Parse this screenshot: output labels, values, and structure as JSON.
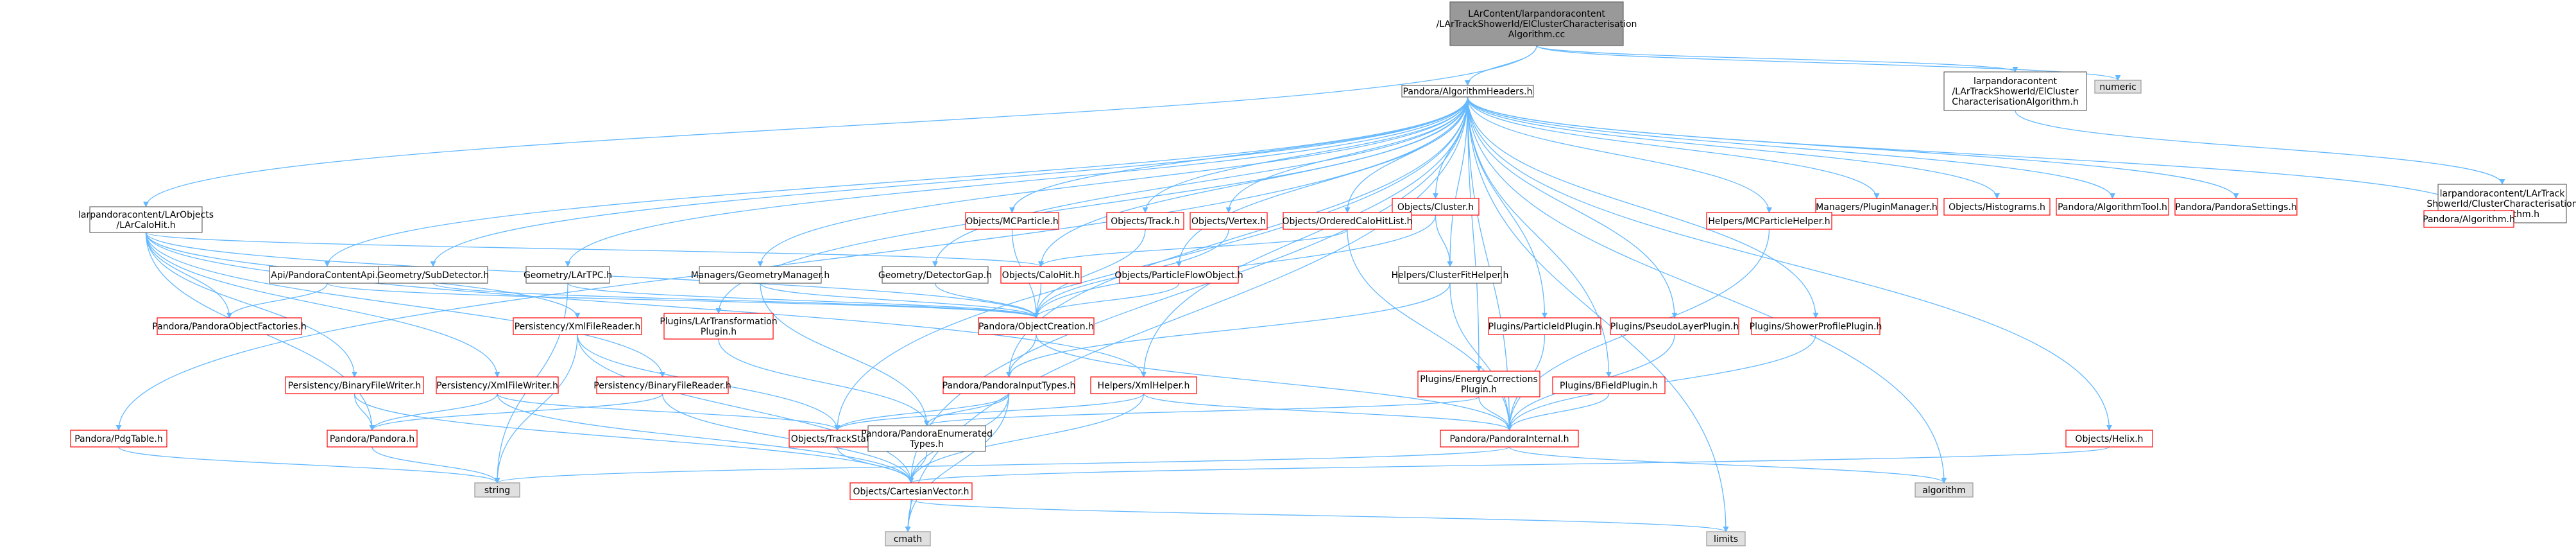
{
  "colors": {
    "edge": "#63b8ff",
    "root_fill": "#999999",
    "red_border": "#ff0000",
    "black_border": "#666666",
    "gray_fill": "#e0e0e0",
    "gray_border": "#999999",
    "red_text": "#000000"
  },
  "nodes": {
    "root": {
      "lines": [
        "LArContent/larpandoracontent",
        "/LArTrackShowerId/ElClusterCharacterisation",
        "Algorithm.cc"
      ],
      "style": "root"
    },
    "algheaders": {
      "lines": [
        "Pandora/AlgorithmHeaders.h"
      ],
      "style": "black"
    },
    "numeric": {
      "lines": [
        "numeric"
      ],
      "style": "gray"
    },
    "elcluster": {
      "lines": [
        "larpandoracontent",
        "/LArTrackShowerId/ElCluster",
        "CharacterisationAlgorithm.h"
      ],
      "style": "black"
    },
    "calohit_lar": {
      "lines": [
        "larpandoracontent/LArObjects",
        "/LArCaloHit.h"
      ],
      "style": "black"
    },
    "clusterbase": {
      "lines": [
        "larpandoracontent/LArTrack",
        "ShowerId/ClusterCharacterisation",
        "BaseAlgorithm.h"
      ],
      "style": "black"
    },
    "algorithm": {
      "lines": [
        "Pandora/Algorithm.h"
      ],
      "style": "red"
    },
    "plugin_mgr": {
      "lines": [
        "Managers/PluginManager.h"
      ],
      "style": "red"
    },
    "histograms": {
      "lines": [
        "Objects/Histograms.h"
      ],
      "style": "red"
    },
    "algtool": {
      "lines": [
        "Pandora/AlgorithmTool.h"
      ],
      "style": "red"
    },
    "settings": {
      "lines": [
        "Pandora/PandoraSettings.h"
      ],
      "style": "red"
    },
    "cluster": {
      "lines": [
        "Objects/Cluster.h"
      ],
      "style": "red"
    },
    "mcparticle": {
      "lines": [
        "Objects/MCParticle.h"
      ],
      "style": "red"
    },
    "track": {
      "lines": [
        "Objects/Track.h"
      ],
      "style": "red"
    },
    "vertex": {
      "lines": [
        "Objects/Vertex.h"
      ],
      "style": "red"
    },
    "orderedcalo": {
      "lines": [
        "Objects/OrderedCaloHitList.h"
      ],
      "style": "red"
    },
    "mcphelper": {
      "lines": [
        "Helpers/MCParticleHelper.h"
      ],
      "style": "red"
    },
    "calohit": {
      "lines": [
        "Objects/CaloHit.h"
      ],
      "style": "red"
    },
    "pfo": {
      "lines": [
        "Objects/ParticleFlowObject.h"
      ],
      "style": "red"
    },
    "apicontent": {
      "lines": [
        "Api/PandoraContentApi.h"
      ],
      "style": "black"
    },
    "subdetector": {
      "lines": [
        "Geometry/SubDetector.h"
      ],
      "style": "black"
    },
    "lartpc": {
      "lines": [
        "Geometry/LArTPC.h"
      ],
      "style": "black"
    },
    "geommgr": {
      "lines": [
        "Managers/GeometryManager.h"
      ],
      "style": "black"
    },
    "detgap": {
      "lines": [
        "Geometry/DetectorGap.h"
      ],
      "style": "black"
    },
    "clusterfit": {
      "lines": [
        "Helpers/ClusterFitHelper.h"
      ],
      "style": "black"
    },
    "objfactories": {
      "lines": [
        "Pandora/PandoraObjectFactories.h"
      ],
      "style": "red"
    },
    "xmlreader": {
      "lines": [
        "Persistency/XmlFileReader.h"
      ],
      "style": "red"
    },
    "lartransform": {
      "lines": [
        "Plugins/LArTransformation",
        "Plugin.h"
      ],
      "style": "red"
    },
    "objcreation": {
      "lines": [
        "Pandora/ObjectCreation.h"
      ],
      "style": "red"
    },
    "pidplugin": {
      "lines": [
        "Plugins/ParticleIdPlugin.h"
      ],
      "style": "red"
    },
    "pseudolayer": {
      "lines": [
        "Plugins/PseudoLayerPlugin.h"
      ],
      "style": "red"
    },
    "showerprofile": {
      "lines": [
        "Plugins/ShowerProfilePlugin.h"
      ],
      "style": "red"
    },
    "binwriter": {
      "lines": [
        "Persistency/BinaryFileWriter.h"
      ],
      "style": "red"
    },
    "xmlwriter": {
      "lines": [
        "Persistency/XmlFileWriter.h"
      ],
      "style": "red"
    },
    "binreader": {
      "lines": [
        "Persistency/BinaryFileReader.h"
      ],
      "style": "red"
    },
    "inputtypes": {
      "lines": [
        "Pandora/PandoraInputTypes.h"
      ],
      "style": "red"
    },
    "xmlhelper": {
      "lines": [
        "Helpers/XmlHelper.h"
      ],
      "style": "red"
    },
    "energycorr": {
      "lines": [
        "Plugins/EnergyCorrections",
        "Plugin.h"
      ],
      "style": "red"
    },
    "bfield": {
      "lines": [
        "Plugins/BFieldPlugin.h"
      ],
      "style": "red"
    },
    "pandora": {
      "lines": [
        "Pandora/Pandora.h"
      ],
      "style": "red"
    },
    "trackstate": {
      "lines": [
        "Objects/TrackState.h"
      ],
      "style": "red"
    },
    "enumtypes": {
      "lines": [
        "Pandora/PandoraEnumerated",
        "Types.h"
      ],
      "style": "black"
    },
    "internal": {
      "lines": [
        "Pandora/PandoraInternal.h"
      ],
      "style": "red"
    },
    "pdgtable": {
      "lines": [
        "Pandora/PdgTable.h"
      ],
      "style": "red"
    },
    "helix": {
      "lines": [
        "Objects/Helix.h"
      ],
      "style": "red"
    },
    "string": {
      "lines": [
        "string"
      ],
      "style": "gray"
    },
    "cartesian": {
      "lines": [
        "Objects/CartesianVector.h"
      ],
      "style": "red"
    },
    "algorithm_std": {
      "lines": [
        "algorithm"
      ],
      "style": "gray"
    },
    "cmath": {
      "lines": [
        "cmath"
      ],
      "style": "gray"
    },
    "limits": {
      "lines": [
        "limits"
      ],
      "style": "gray"
    }
  },
  "edges": [
    [
      "root",
      "algheaders"
    ],
    [
      "root",
      "numeric"
    ],
    [
      "root",
      "elcluster"
    ],
    [
      "root",
      "calohit_lar"
    ],
    [
      "elcluster",
      "clusterbase"
    ],
    [
      "clusterbase",
      "algorithm"
    ],
    [
      "algheaders",
      "algorithm"
    ],
    [
      "algheaders",
      "plugin_mgr"
    ],
    [
      "algheaders",
      "histograms"
    ],
    [
      "algheaders",
      "algtool"
    ],
    [
      "algheaders",
      "settings"
    ],
    [
      "algheaders",
      "cluster"
    ],
    [
      "algheaders",
      "mcparticle"
    ],
    [
      "algheaders",
      "track"
    ],
    [
      "algheaders",
      "vertex"
    ],
    [
      "algheaders",
      "orderedcalo"
    ],
    [
      "algheaders",
      "mcphelper"
    ],
    [
      "algheaders",
      "calohit"
    ],
    [
      "algheaders",
      "pfo"
    ],
    [
      "algheaders",
      "apicontent"
    ],
    [
      "algheaders",
      "subdetector"
    ],
    [
      "algheaders",
      "lartpc"
    ],
    [
      "algheaders",
      "geommgr"
    ],
    [
      "algheaders",
      "detgap"
    ],
    [
      "algheaders",
      "clusterfit"
    ],
    [
      "algheaders",
      "lartransform"
    ],
    [
      "algheaders",
      "pidplugin"
    ],
    [
      "algheaders",
      "pseudolayer"
    ],
    [
      "algheaders",
      "showerprofile"
    ],
    [
      "algheaders",
      "inputtypes"
    ],
    [
      "algheaders",
      "xmlhelper"
    ],
    [
      "algheaders",
      "energycorr"
    ],
    [
      "algheaders",
      "bfield"
    ],
    [
      "algheaders",
      "internal"
    ],
    [
      "algheaders",
      "pdgtable"
    ],
    [
      "algheaders",
      "helix"
    ],
    [
      "algheaders",
      "trackstate"
    ],
    [
      "algheaders",
      "cartesian"
    ],
    [
      "algheaders",
      "algorithm_std"
    ],
    [
      "algheaders",
      "cmath"
    ],
    [
      "algheaders",
      "limits"
    ],
    [
      "calohit_lar",
      "calohit"
    ],
    [
      "calohit_lar",
      "objfactories"
    ],
    [
      "calohit_lar",
      "xmlreader"
    ],
    [
      "calohit_lar",
      "binwriter"
    ],
    [
      "calohit_lar",
      "xmlwriter"
    ],
    [
      "calohit_lar",
      "binreader"
    ],
    [
      "calohit_lar",
      "objcreation"
    ],
    [
      "calohit_lar",
      "pandora"
    ],
    [
      "calohit_lar",
      "xmlhelper"
    ],
    [
      "cluster",
      "orderedcalo"
    ],
    [
      "cluster",
      "clusterfit"
    ],
    [
      "cluster",
      "objcreation"
    ],
    [
      "orderedcalo",
      "calohit"
    ],
    [
      "orderedcalo",
      "internal"
    ],
    [
      "mcparticle",
      "objcreation"
    ],
    [
      "track",
      "objcreation"
    ],
    [
      "vertex",
      "objcreation"
    ],
    [
      "calohit",
      "objcreation"
    ],
    [
      "pfo",
      "objcreation"
    ],
    [
      "mcphelper",
      "internal"
    ],
    [
      "apicontent",
      "objfactories"
    ],
    [
      "apicontent",
      "objcreation"
    ],
    [
      "subdetector",
      "objcreation"
    ],
    [
      "lartpc",
      "objcreation"
    ],
    [
      "lartpc",
      "string"
    ],
    [
      "geommgr",
      "objcreation"
    ],
    [
      "geommgr",
      "enumtypes"
    ],
    [
      "detgap",
      "objcreation"
    ],
    [
      "clusterfit",
      "inputtypes"
    ],
    [
      "clusterfit",
      "internal"
    ],
    [
      "objcreation",
      "inputtypes"
    ],
    [
      "objcreation",
      "internal"
    ],
    [
      "xmlreader",
      "trackstate"
    ],
    [
      "xmlreader",
      "cartesian"
    ],
    [
      "xmlreader",
      "string"
    ],
    [
      "lartransform",
      "enumtypes"
    ],
    [
      "pidplugin",
      "internal"
    ],
    [
      "pseudolayer",
      "internal"
    ],
    [
      "showerprofile",
      "internal"
    ],
    [
      "binwriter",
      "pandora"
    ],
    [
      "binwriter",
      "cartesian"
    ],
    [
      "xmlwriter",
      "pandora"
    ],
    [
      "xmlwriter",
      "trackstate"
    ],
    [
      "xmlwriter",
      "cartesian"
    ],
    [
      "binreader",
      "pandora"
    ],
    [
      "binreader",
      "cartesian"
    ],
    [
      "inputtypes",
      "trackstate"
    ],
    [
      "inputtypes",
      "enumtypes"
    ],
    [
      "inputtypes",
      "cartesian"
    ],
    [
      "inputtypes",
      "cmath"
    ],
    [
      "xmlhelper",
      "trackstate"
    ],
    [
      "xmlhelper",
      "internal"
    ],
    [
      "xmlhelper",
      "cartesian"
    ],
    [
      "energycorr",
      "enumtypes"
    ],
    [
      "energycorr",
      "internal"
    ],
    [
      "bfield",
      "internal"
    ],
    [
      "pandora",
      "string"
    ],
    [
      "trackstate",
      "cartesian"
    ],
    [
      "enumtypes",
      "cartesian"
    ],
    [
      "internal",
      "string"
    ],
    [
      "internal",
      "algorithm_std"
    ],
    [
      "pdgtable",
      "string"
    ],
    [
      "helix",
      "cartesian"
    ],
    [
      "cartesian",
      "cmath"
    ],
    [
      "cartesian",
      "limits"
    ]
  ]
}
